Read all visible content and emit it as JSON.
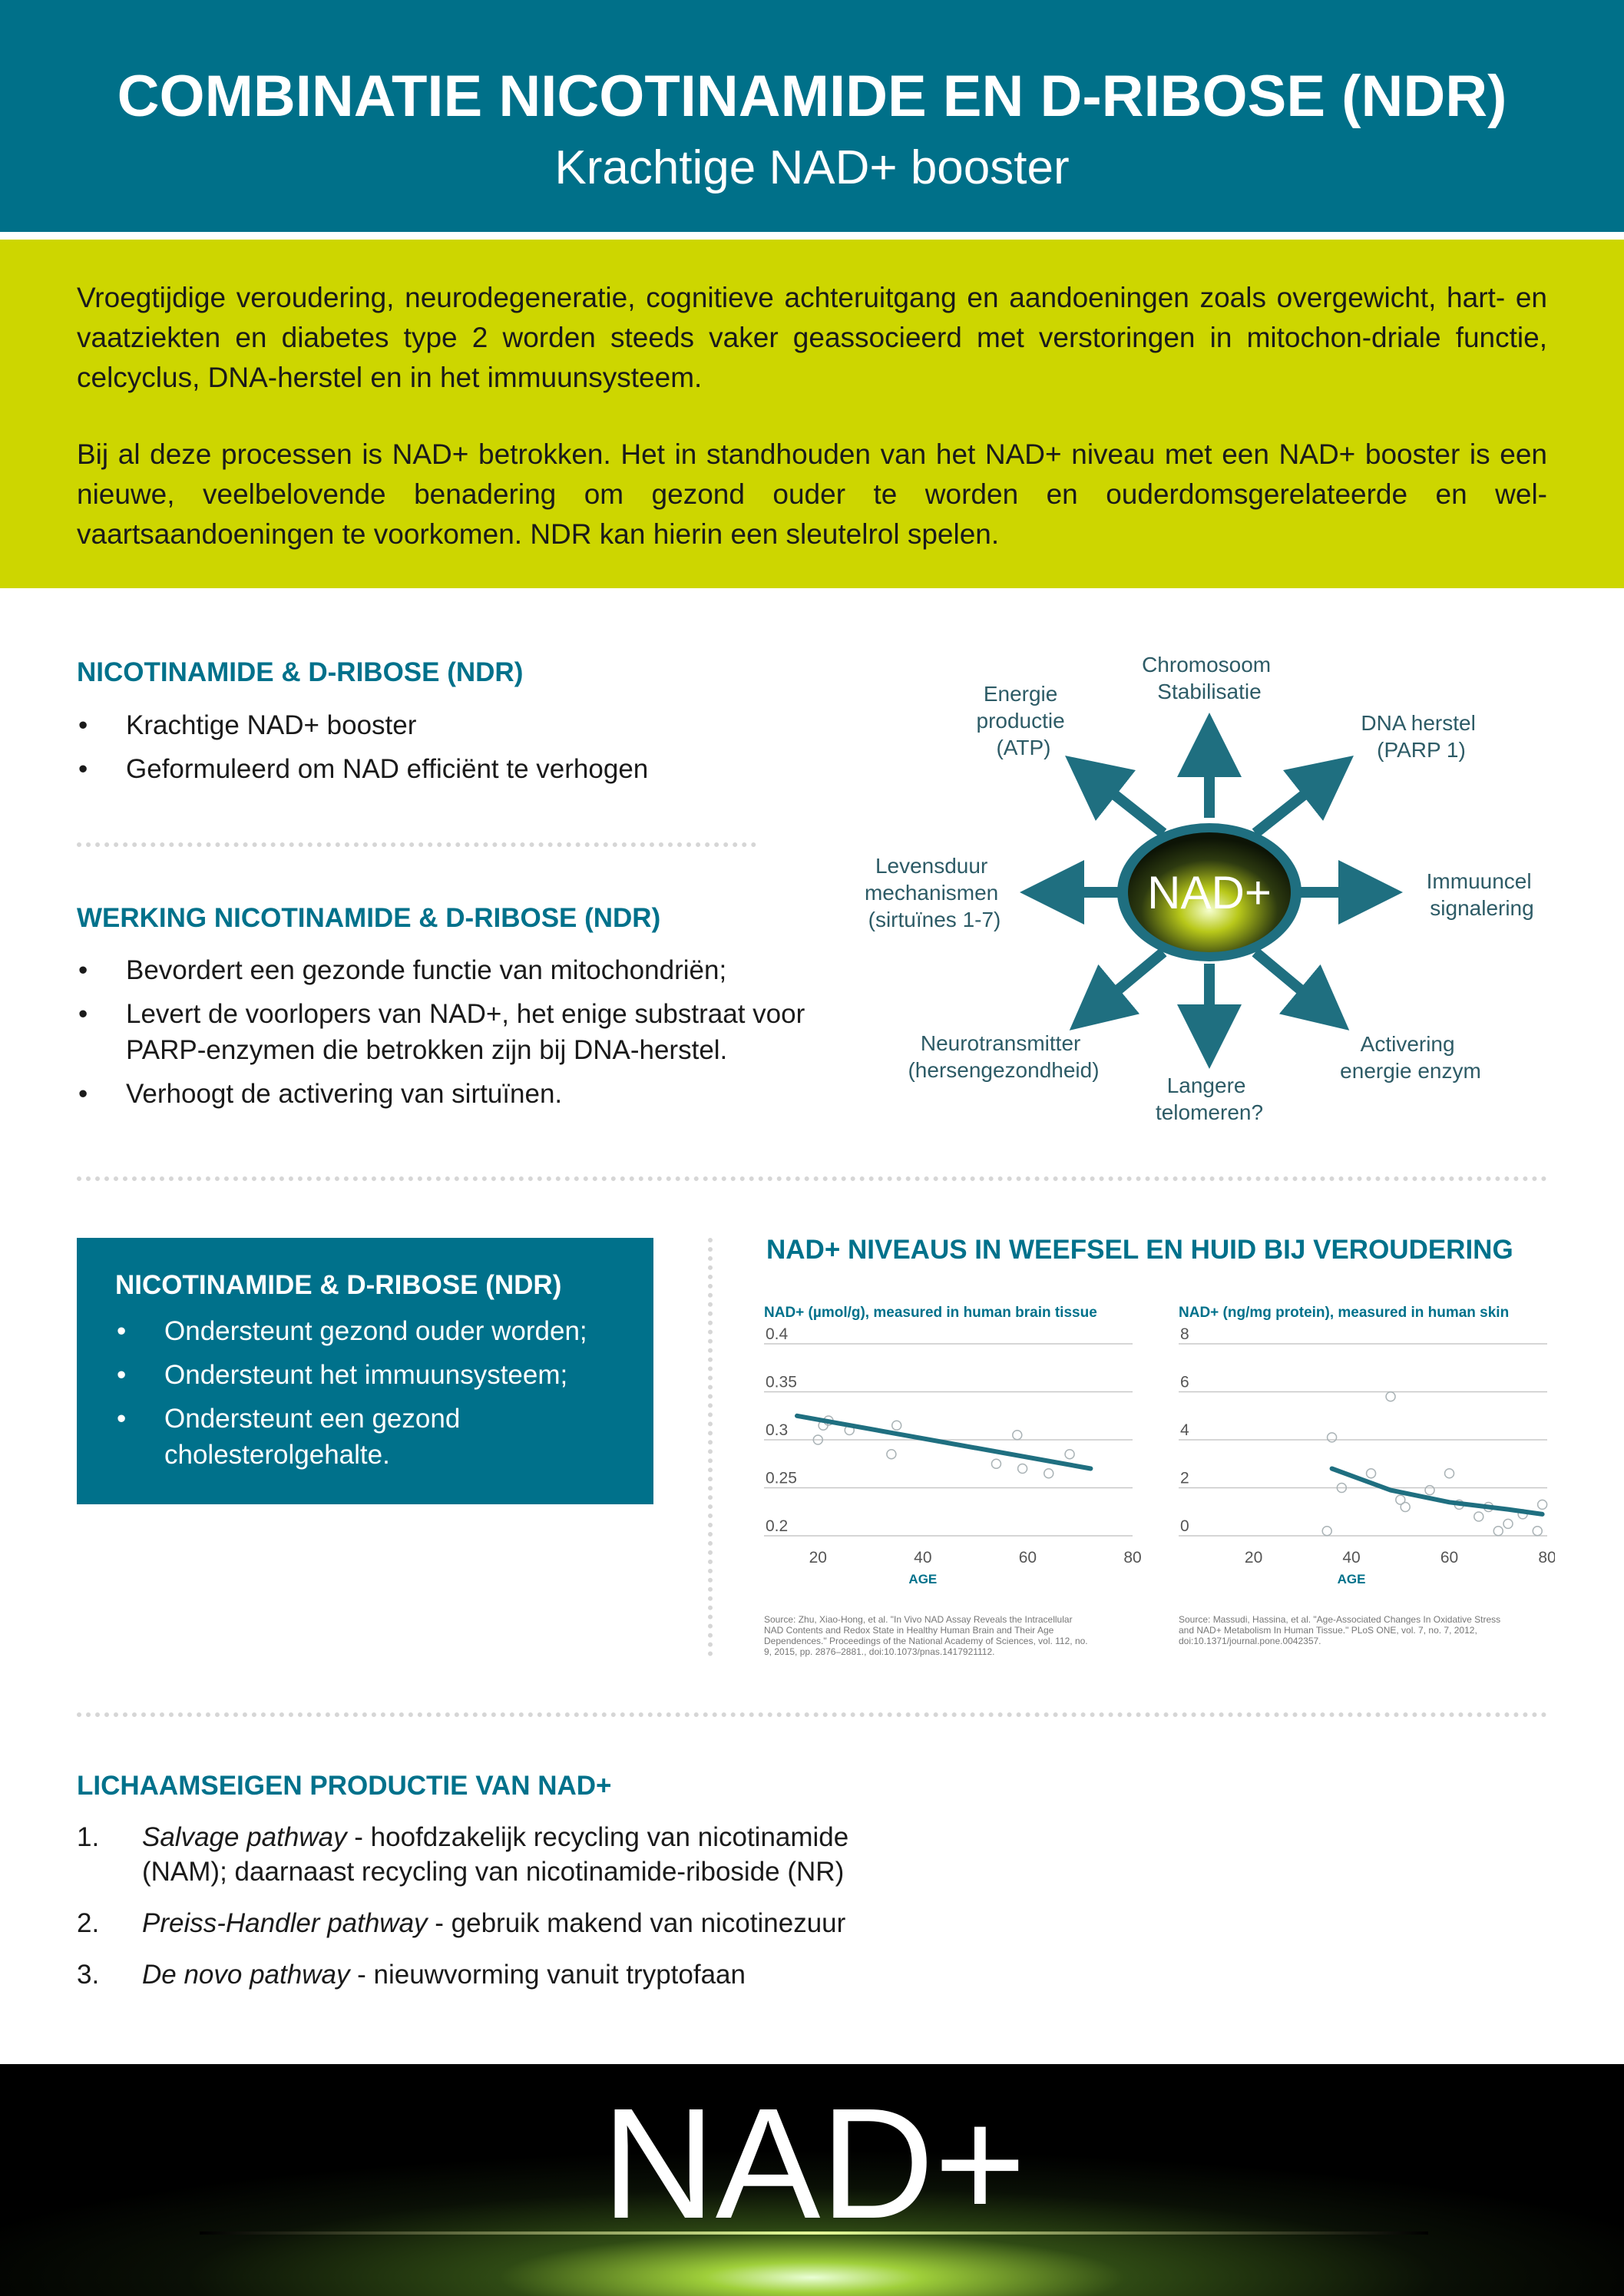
{
  "header": {
    "title": "COMBINATIE NICOTINAMIDE EN D-RIBOSE (NDR)",
    "subtitle": "Krachtige NAD+ booster"
  },
  "intro": {
    "paragraph1": "Vroegtijdige veroudering, neurodegeneratie, cognitieve achteruitgang en aandoeningen zoals overgewicht, hart- en vaatziekten en diabetes type 2 worden steeds vaker geassocieerd met verstoringen in mitochon-driale functie, celcyclus, DNA-herstel en in het immuunsysteem.",
    "paragraph2": "Bij al deze processen is NAD+ betrokken. Het in standhouden van het NAD+ niveau met een NAD+ booster is een nieuwe, veelbelovende benadering om gezond ouder te worden en ouderdomsgerelateerde en wel-vaartsaandoeningen te voorkomen. NDR kan hierin een sleutelrol spelen."
  },
  "section1": {
    "title": "NICOTINAMIDE & D-RIBOSE (NDR)",
    "bullets": [
      "Krachtige NAD+ booster",
      "Geformuleerd om NAD efficiënt te verhogen"
    ]
  },
  "section2": {
    "title": "WERKING NICOTINAMIDE & D-RIBOSE (NDR)",
    "bullets": [
      "Bevordert een gezonde functie van mitochondriën;",
      "Levert de voorlopers van NAD+, het enige substraat voor PARP-enzymen die betrokken zijn bij DNA-herstel.",
      "Verhoogt de activering van sirtuïnen."
    ]
  },
  "diagram": {
    "center": "NAD+",
    "labels": {
      "top": [
        "Chromosoom",
        "Stabilisatie"
      ],
      "top_left": [
        "Energie",
        "productie",
        "(ATP)"
      ],
      "top_right": [
        "DNA herstel",
        "(PARP 1)"
      ],
      "left": [
        "Levensduur",
        "mechanismen",
        "(sirtuïnes 1-7)"
      ],
      "right": [
        "Immuuncel",
        "signalering"
      ],
      "bottom_left": [
        "Neurotransmitter",
        "(hersengezondheid)"
      ],
      "bottom": [
        "Langere",
        "telomeren?"
      ],
      "bottom_right": [
        "Activering",
        "energie enzym"
      ]
    }
  },
  "box": {
    "title": "NICOTINAMIDE & D-RIBOSE (NDR)",
    "bullets": [
      "Ondersteunt gezond ouder worden;",
      "Ondersteunt het immuunsysteem;",
      "Ondersteunt een gezond cholesterolgehalte."
    ]
  },
  "charts_section_title": "NAD+ NIVEAUS IN WEEFSEL EN HUID BIJ VEROUDERING",
  "chart_data": [
    {
      "type": "scatter",
      "title": "NAD+ (µmol/g), measured in human brain tissue",
      "xlabel": "AGE",
      "ylabel": "",
      "xlim": [
        10,
        80
      ],
      "ylim": [
        0.2,
        0.4
      ],
      "x_ticks": [
        "20",
        "40",
        "60",
        "80"
      ],
      "y_ticks": [
        "0.4",
        "0.35",
        "0.3",
        "0.25",
        "0.2"
      ],
      "points": [
        [
          20,
          0.3
        ],
        [
          21,
          0.315
        ],
        [
          22,
          0.32
        ],
        [
          26,
          0.31
        ],
        [
          34,
          0.285
        ],
        [
          35,
          0.315
        ],
        [
          54,
          0.275
        ],
        [
          58,
          0.305
        ],
        [
          59,
          0.27
        ],
        [
          64,
          0.265
        ],
        [
          68,
          0.285
        ]
      ],
      "trend": [
        [
          16,
          0.325
        ],
        [
          72,
          0.27
        ]
      ],
      "source": "Source: Zhu, Xiao-Hong, et al. \"In Vivo NAD Assay Reveals the Intracellular NAD Contents and Redox State in Healthy Human Brain and Their Age Dependences.\" Proceedings of the National Academy of Sciences, vol. 112, no. 9, 2015, pp. 2876–2881., doi:10.1073/pnas.1417921112."
    },
    {
      "type": "scatter",
      "title": "NAD+ (ng/mg protein), measured in human skin",
      "xlabel": "AGE",
      "ylabel": "",
      "xlim": [
        5,
        80
      ],
      "ylim": [
        0,
        8
      ],
      "x_ticks": [
        "20",
        "40",
        "60",
        "80"
      ],
      "y_ticks": [
        "8",
        "6",
        "4",
        "2",
        "0"
      ],
      "points": [
        [
          35,
          0.2
        ],
        [
          36,
          4.1
        ],
        [
          38,
          2
        ],
        [
          44,
          2.6
        ],
        [
          48,
          5.8
        ],
        [
          50,
          1.5
        ],
        [
          51,
          1.2
        ],
        [
          56,
          1.9
        ],
        [
          60,
          2.6
        ],
        [
          62,
          1.3
        ],
        [
          66,
          0.8
        ],
        [
          68,
          1.2
        ],
        [
          70,
          0.2
        ],
        [
          72,
          0.5
        ],
        [
          75,
          0.9
        ],
        [
          78,
          0.2
        ],
        [
          79,
          1.3
        ]
      ],
      "trend": [
        [
          36,
          2.8
        ],
        [
          48,
          1.9
        ],
        [
          60,
          1.4
        ],
        [
          72,
          1.1
        ],
        [
          79,
          0.9
        ]
      ],
      "source": "Source: Massudi, Hassina, et al. \"Age-Associated Changes In Oxidative Stress and NAD+ Metabolism In Human Tissue.\" PLoS ONE, vol. 7, no. 7, 2012, doi:10.1371/journal.pone.0042357."
    }
  ],
  "section3": {
    "title": "LICHAAMSEIGEN PRODUCTIE VAN NAD+",
    "items": [
      {
        "num": "1.",
        "name": "Salvage pathway",
        "text": " - hoofdzakelijk recycling van nicotinamide (NAM); daarnaast recycling van nicotinamide-riboside (NR)"
      },
      {
        "num": "2.",
        "name": "Preiss-Handler pathway",
        "text": " - gebruik makend van nicotinezuur"
      },
      {
        "num": "3.",
        "name": "De novo pathway",
        "text": " - nieuwvorming vanuit tryptofaan"
      }
    ]
  },
  "footer": {
    "logo": "NAD+"
  },
  "colors": {
    "teal": "#007089",
    "lime": "#cdd600",
    "black": "#000000"
  }
}
